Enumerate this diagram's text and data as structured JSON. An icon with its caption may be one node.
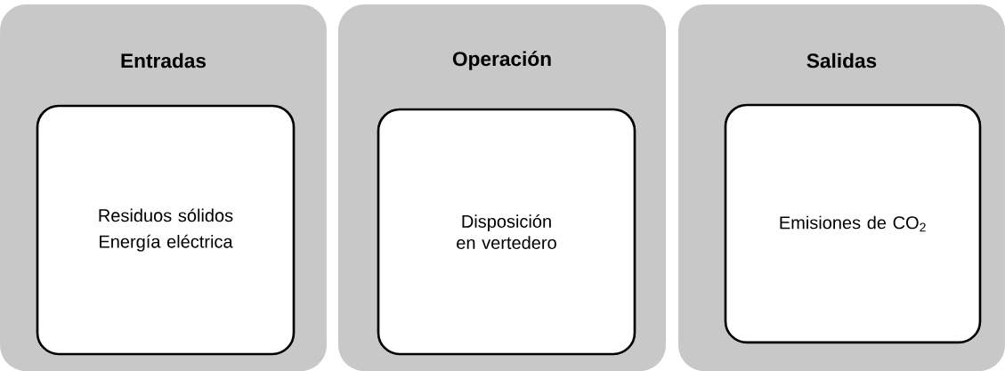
{
  "diagram": {
    "nodes": [
      {
        "text": [
          "Entradas"
        ]
      },
      {
        "text": [
          "Residuos sólidos",
          "Energía eléctrica"
        ],
        "in": 0
      },
      {
        "text": [
          "Operación"
        ]
      },
      {
        "text": [
          "Disposición en vertedero"
        ],
        "in": 2
      },
      {
        "text": [
          "Salidas"
        ]
      },
      {
        "text": [
          "Emisiones de CO$_{2}$"
        ],
        "in": 4
      }
    ]
  }
}
